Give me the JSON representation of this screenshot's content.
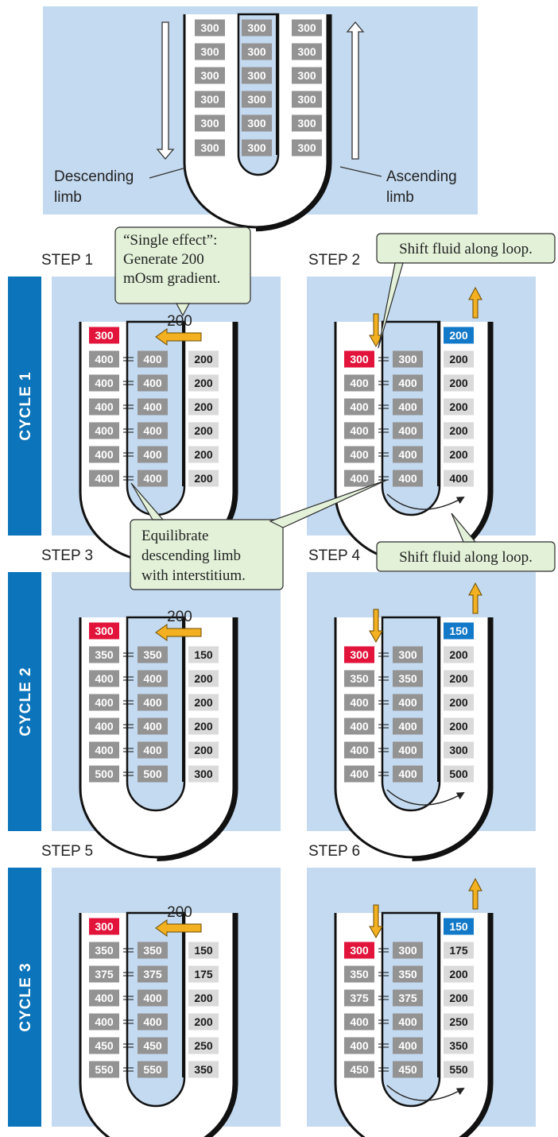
{
  "top_panel": {
    "descending_label": [
      "Descending",
      "limb"
    ],
    "ascending_label": [
      "Ascending",
      "limb"
    ],
    "descending": [
      "300",
      "300",
      "300",
      "300",
      "300",
      "300"
    ],
    "interstitium": [
      "300",
      "300",
      "300",
      "300",
      "300",
      "300"
    ],
    "ascending": [
      "300",
      "300",
      "300",
      "300",
      "300",
      "300"
    ]
  },
  "cycles": [
    {
      "label": "CYCLE 1"
    },
    {
      "label": "CYCLE 2"
    },
    {
      "label": "CYCLE 3"
    }
  ],
  "steps": [
    {
      "label": "STEP 1",
      "type": "effect",
      "arrow_value": "200",
      "top": "300",
      "descending": [
        "400",
        "400",
        "400",
        "400",
        "400",
        "400"
      ],
      "interstitium": [
        "400",
        "400",
        "400",
        "400",
        "400",
        "400"
      ],
      "ascending": [
        "200",
        "200",
        "200",
        "200",
        "200",
        "200"
      ]
    },
    {
      "label": "STEP 2",
      "type": "shift",
      "top": "200",
      "descending": [
        "300",
        "400",
        "400",
        "400",
        "400",
        "400"
      ],
      "interstitium": [
        "300",
        "400",
        "400",
        "400",
        "400",
        "400"
      ],
      "ascending": [
        "200",
        "200",
        "200",
        "200",
        "200",
        "400"
      ]
    },
    {
      "label": "STEP 3",
      "type": "effect",
      "arrow_value": "200",
      "top": "300",
      "descending": [
        "350",
        "400",
        "400",
        "400",
        "400",
        "500"
      ],
      "interstitium": [
        "350",
        "400",
        "400",
        "400",
        "400",
        "500"
      ],
      "ascending": [
        "150",
        "200",
        "200",
        "200",
        "200",
        "300"
      ]
    },
    {
      "label": "STEP 4",
      "type": "shift",
      "top": "150",
      "descending": [
        "300",
        "350",
        "400",
        "400",
        "400",
        "400"
      ],
      "interstitium": [
        "300",
        "350",
        "400",
        "400",
        "400",
        "400"
      ],
      "ascending": [
        "200",
        "200",
        "200",
        "200",
        "300",
        "500"
      ]
    },
    {
      "label": "STEP 5",
      "type": "effect",
      "arrow_value": "200",
      "top": "300",
      "descending": [
        "350",
        "375",
        "400",
        "400",
        "450",
        "550"
      ],
      "interstitium": [
        "350",
        "375",
        "400",
        "400",
        "450",
        "550"
      ],
      "ascending": [
        "150",
        "175",
        "200",
        "200",
        "250",
        "350"
      ]
    },
    {
      "label": "STEP 6",
      "type": "shift",
      "top": "150",
      "descending": [
        "300",
        "350",
        "375",
        "400",
        "400",
        "450"
      ],
      "interstitium": [
        "300",
        "350",
        "375",
        "400",
        "400",
        "450"
      ],
      "ascending": [
        "175",
        "200",
        "200",
        "250",
        "350",
        "550"
      ]
    }
  ],
  "callouts": {
    "single_effect": [
      "“Single effect”:",
      "Generate 200",
      "mOsm gradient."
    ],
    "shift_1": "Shift fluid along loop.",
    "shift_2": "Shift fluid along loop.",
    "equilibrate": [
      "Equilibrate",
      "descending limb",
      "with interstitium."
    ]
  },
  "colors": {
    "panel": "#c4daf0",
    "box_gray": "#939393",
    "box_light": "#dadada",
    "red": "#e2143b",
    "blue": "#1278c8",
    "cycle_bar": "#0c74bb",
    "arrow": "#f3b122",
    "callout": "#e2f1d8"
  }
}
